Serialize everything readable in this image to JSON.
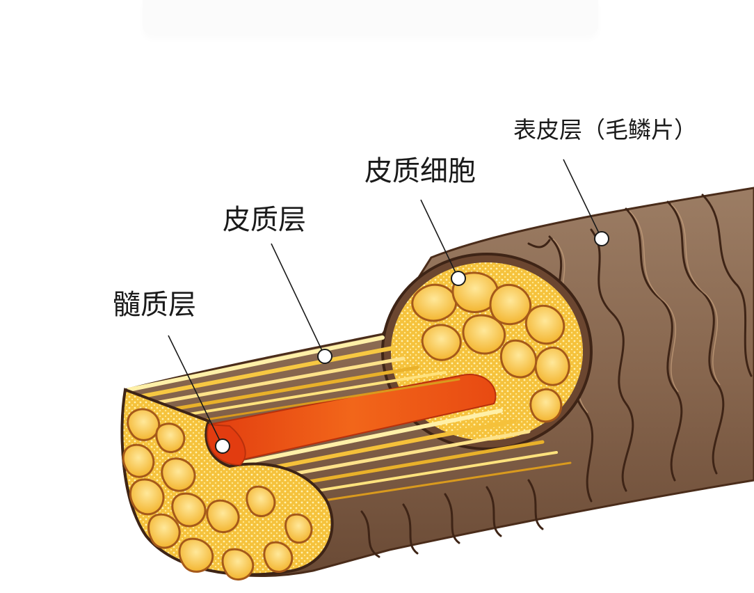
{
  "labels": {
    "medulla": "髓质层",
    "cortex": "皮质层",
    "cortical_cell": "皮质细胞",
    "cuticle": "表皮层（毛鳞片）"
  },
  "colors": {
    "shaft": "#8b6a52",
    "shaft_dark": "#5b3a26",
    "cortex_yellow": "#f6c542",
    "cell_light": "#ffe58a",
    "medulla_orange": "#f06418",
    "pointer": "#1a1a1a"
  }
}
